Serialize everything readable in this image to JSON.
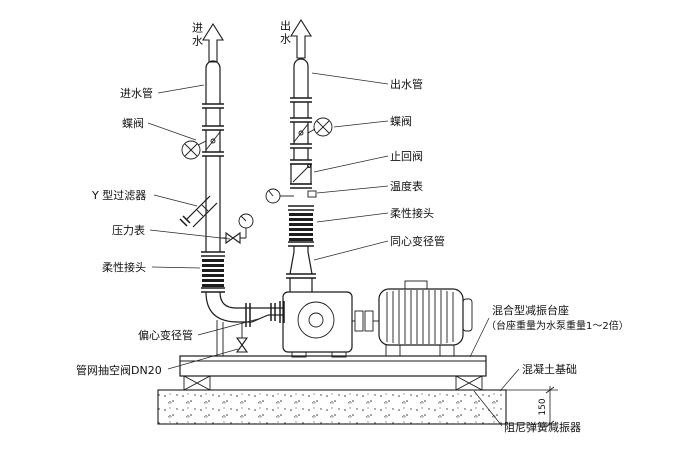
{
  "colors": {
    "line": "#1b1b1b",
    "background": "#ffffff"
  },
  "flow_markers": {
    "inlet": "进水",
    "outlet": "出水"
  },
  "labels": {
    "inlet_pipe": "进水管",
    "butterfly_valve_left": "蝶阀",
    "y_strainer": "Y 型过滤器",
    "pressure_gauge": "压力表",
    "flexible_joint_left": "柔性接头",
    "eccentric_reducer": "偏心变径管",
    "vacuum_valve": "管网抽空阀DN20",
    "outlet_pipe": "出水管",
    "butterfly_valve_right": "蝶阀",
    "check_valve": "止回阀",
    "temperature_gauge": "温度表",
    "flexible_joint_right": "柔性接头",
    "concentric_reducer": "同心变径管",
    "vibration_base_line1": "混合型减振台座",
    "vibration_base_line2": "（台座重量为水泵重量1～2倍）",
    "concrete_foundation": "混凝土基础",
    "spring_damper": "阻尼弹簧减振器"
  },
  "dimension": {
    "foundation_height": "150"
  }
}
